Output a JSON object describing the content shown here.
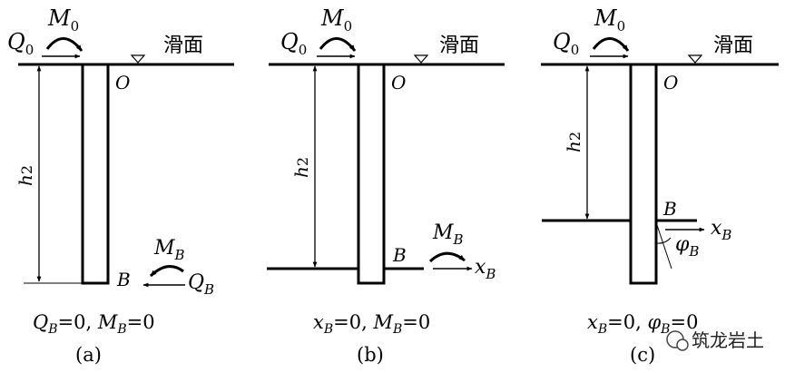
{
  "slip_surface_label": "滑面",
  "panels": [
    {
      "id": "a",
      "caption": "(a)",
      "Q0": {
        "sym": "Q",
        "sub": "0"
      },
      "M0": {
        "sym": "M",
        "sub": "0"
      },
      "origin": "O",
      "depth": {
        "sym": "h",
        "sub": "2"
      },
      "point": "B",
      "MB": {
        "sym": "M",
        "sub": "B"
      },
      "QB": {
        "sym": "Q",
        "sub": "B"
      },
      "cond": {
        "v1": "Q",
        "s1": "B",
        "eq1": "=0, ",
        "v2": "M",
        "s2": "B",
        "eq2": "=0"
      }
    },
    {
      "id": "b",
      "caption": "(b)",
      "Q0": {
        "sym": "Q",
        "sub": "0"
      },
      "M0": {
        "sym": "M",
        "sub": "0"
      },
      "origin": "O",
      "depth": {
        "sym": "h",
        "sub": "2"
      },
      "point": "B",
      "MB": {
        "sym": "M",
        "sub": "B"
      },
      "xB": {
        "sym": "x",
        "sub": "B"
      },
      "cond": {
        "v1": "x",
        "s1": "B",
        "eq1": "=0, ",
        "v2": "M",
        "s2": "B",
        "eq2": "=0"
      }
    },
    {
      "id": "c",
      "caption": "(c)",
      "Q0": {
        "sym": "Q",
        "sub": "0"
      },
      "M0": {
        "sym": "M",
        "sub": "0"
      },
      "origin": "O",
      "depth": {
        "sym": "h",
        "sub": "2"
      },
      "point": "B",
      "xB": {
        "sym": "x",
        "sub": "B"
      },
      "phiB": {
        "sym": "φ",
        "sub": "B"
      },
      "cond": {
        "v1": "x",
        "s1": "B",
        "eq1": "=0, ",
        "v2": "φ",
        "s2": "B",
        "eq2": "=0"
      }
    }
  ],
  "watermark": "筑龙岩土"
}
